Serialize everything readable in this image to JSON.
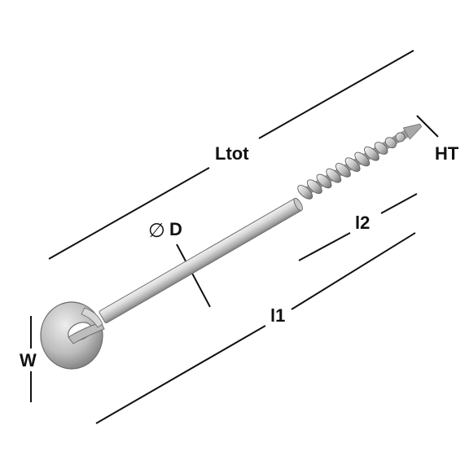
{
  "labels": {
    "total_length": "Ltot",
    "thread_height": "HT",
    "diameter_symbol": "∅",
    "diameter": "D",
    "thread_length": "l2",
    "shank_length": "l1",
    "eye_width": "W"
  },
  "colors": {
    "dimension_line": "#111111",
    "metal_light": "#e4e4e4",
    "metal_mid": "#b5b5b5",
    "metal_dark": "#6e6e6e",
    "background": "#ffffff"
  }
}
